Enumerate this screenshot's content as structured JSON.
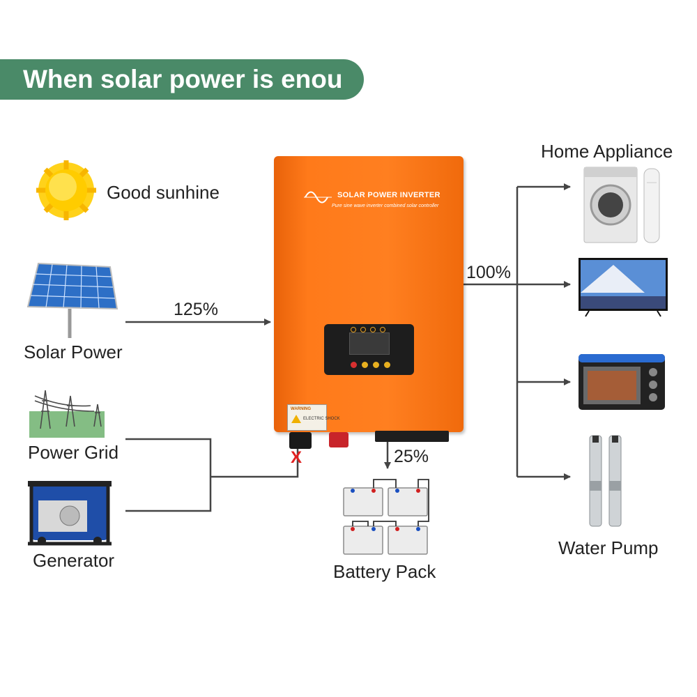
{
  "banner": {
    "text": "When solar power is enou"
  },
  "labels": {
    "sunshine": "Good sunhine",
    "solar": "Solar Power",
    "grid": "Power Grid",
    "generator": "Generator",
    "battery": "Battery Pack",
    "home": "Home Appliance",
    "pump": "Water Pump"
  },
  "flows": {
    "solar_in": "125%",
    "load_out": "100%",
    "battery_charge": "25%",
    "grid_blocked": "X"
  },
  "inverter": {
    "title": "SOLAR POWER INVERTER",
    "subtitle": "Pure sine wave inverter combined solar controller",
    "warning": "WARNING",
    "warning_sub": "ELECTRIC SHOCK"
  },
  "colors": {
    "banner": "#4a8a68",
    "inverter": "#ff7a1a",
    "line": "#444444",
    "blocked": "#e02020"
  }
}
